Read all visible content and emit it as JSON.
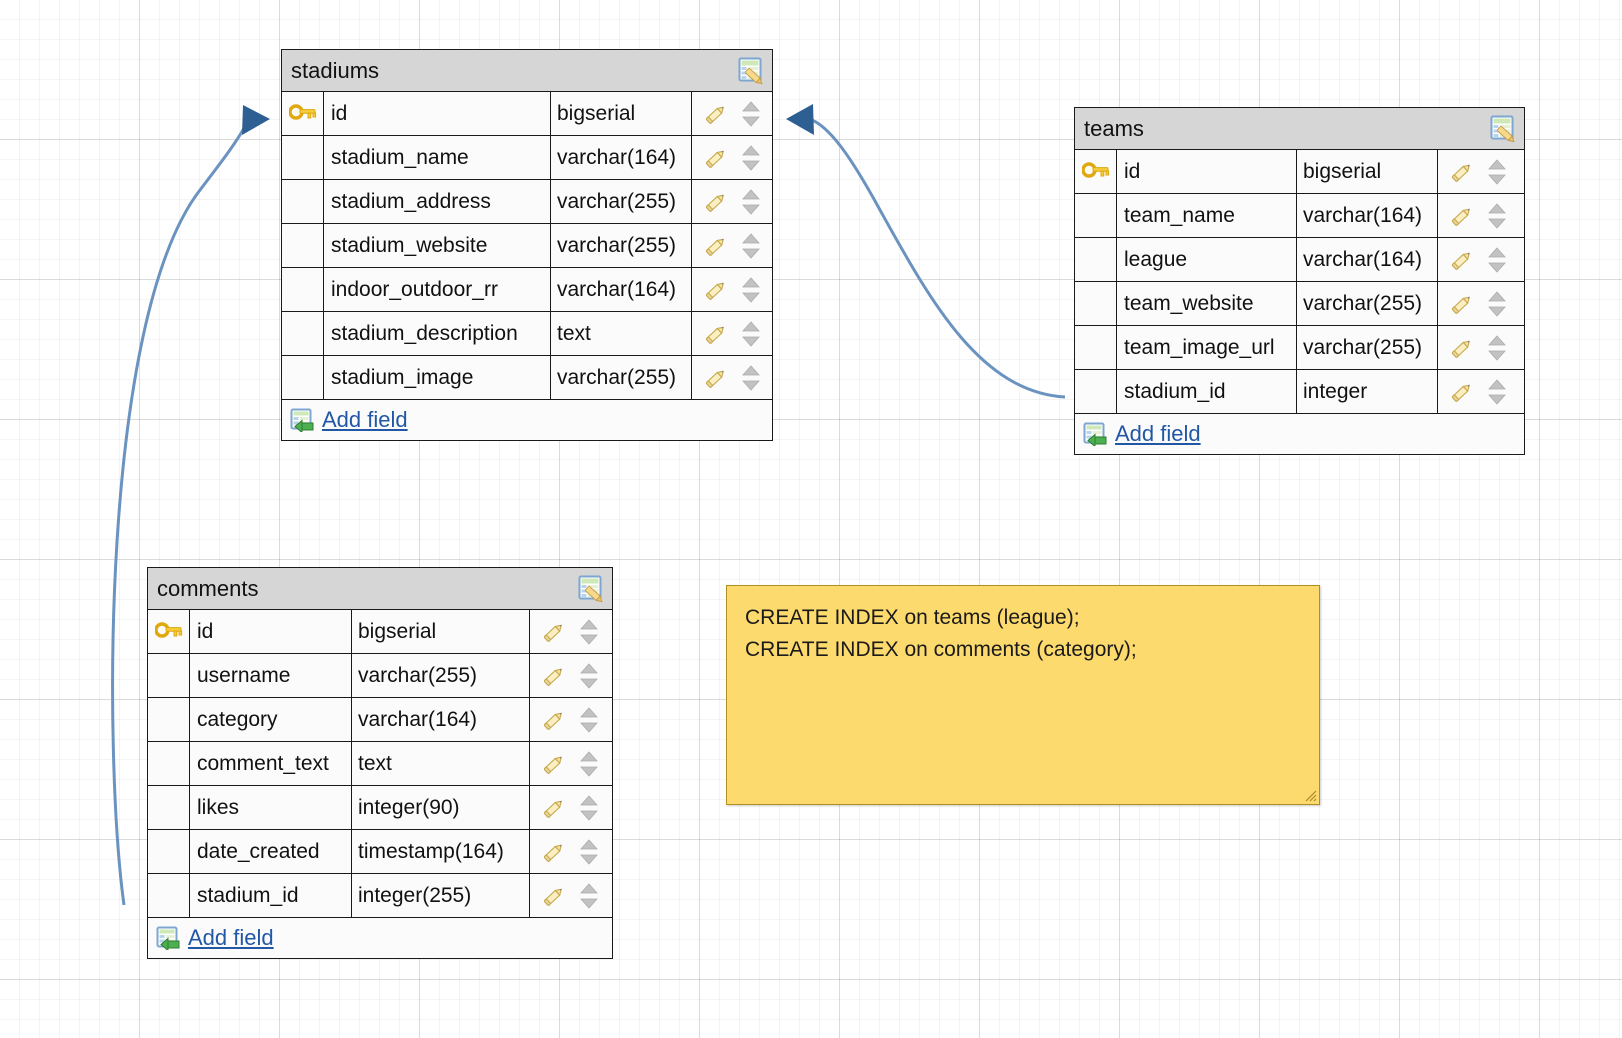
{
  "canvas": {
    "background_color": "#ffffff",
    "grid_color": "#e8e8e8"
  },
  "connector_color": "#6b93c0",
  "arrow_color": "#2e5f93",
  "entities": [
    {
      "id": "stadiums",
      "title": "stadiums",
      "header_icon": "table-edit-icon",
      "add_field_label": "Add field",
      "add_field_icon": "table-add-icon",
      "fields": [
        {
          "key": true,
          "name": "id",
          "type": "bigserial"
        },
        {
          "key": false,
          "name": "stadium_name",
          "type": "varchar(164)"
        },
        {
          "key": false,
          "name": "stadium_address",
          "type": "varchar(255)"
        },
        {
          "key": false,
          "name": "stadium_website",
          "type": "varchar(255)"
        },
        {
          "key": false,
          "name": "indoor_outdoor_rr",
          "type": "varchar(164)"
        },
        {
          "key": false,
          "name": "stadium_description",
          "type": "text"
        },
        {
          "key": false,
          "name": "stadium_image",
          "type": "varchar(255)"
        }
      ]
    },
    {
      "id": "teams",
      "title": "teams",
      "header_icon": "table-edit-icon",
      "add_field_label": "Add field",
      "add_field_icon": "table-add-icon",
      "fields": [
        {
          "key": true,
          "name": "id",
          "type": "bigserial"
        },
        {
          "key": false,
          "name": "team_name",
          "type": "varchar(164)"
        },
        {
          "key": false,
          "name": "league",
          "type": "varchar(164)"
        },
        {
          "key": false,
          "name": "team_website",
          "type": "varchar(255)"
        },
        {
          "key": false,
          "name": "team_image_url",
          "type": "varchar(255)"
        },
        {
          "key": false,
          "name": "stadium_id",
          "type": "integer"
        }
      ]
    },
    {
      "id": "comments",
      "title": "comments",
      "header_icon": "table-edit-icon",
      "add_field_label": "Add field",
      "add_field_icon": "table-add-icon",
      "fields": [
        {
          "key": true,
          "name": "id",
          "type": "bigserial"
        },
        {
          "key": false,
          "name": "username",
          "type": "varchar(255)"
        },
        {
          "key": false,
          "name": "category",
          "type": "varchar(164)"
        },
        {
          "key": false,
          "name": "comment_text",
          "type": "text"
        },
        {
          "key": false,
          "name": "likes",
          "type": "integer(90)"
        },
        {
          "key": false,
          "name": "date_created",
          "type": "timestamp(164)"
        },
        {
          "key": false,
          "name": "stadium_id",
          "type": "integer(255)"
        }
      ]
    }
  ],
  "note": {
    "color": "#fdda6d",
    "lines": [
      "CREATE INDEX on teams (league);",
      "CREATE INDEX on comments (category);"
    ]
  }
}
